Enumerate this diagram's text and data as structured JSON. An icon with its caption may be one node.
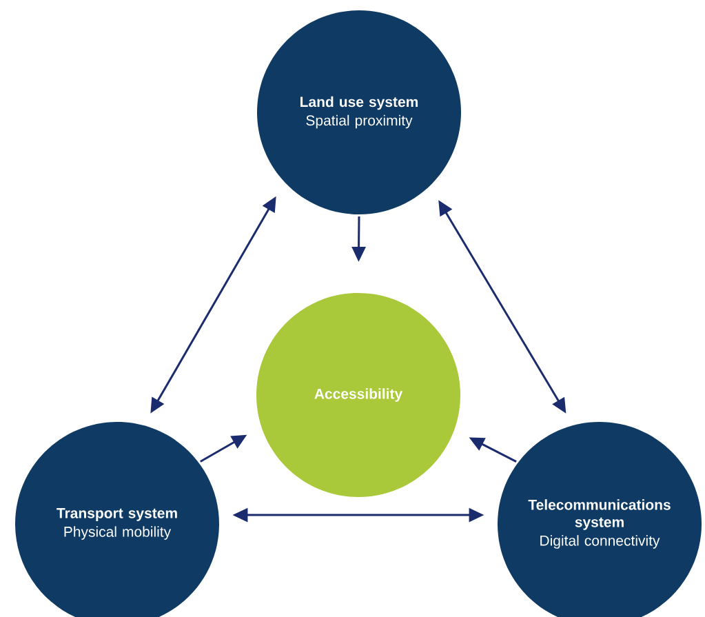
{
  "diagram": {
    "nodes": [
      {
        "text": [
          "Land use system",
          "Spatial proximity"
        ]
      },
      {
        "text": [
          "Accessibility"
        ]
      },
      {
        "text": [
          "Transport system",
          "Physical mobility"
        ]
      },
      {
        "text": [
          "Telecommunications system",
          "Digital connectivity"
        ]
      }
    ],
    "edges": [
      {
        "from": 0,
        "to": 1,
        "arrow": "to"
      },
      {
        "from": 2,
        "to": 0,
        "arrow": "both"
      },
      {
        "from": 0,
        "to": 3,
        "arrow": "both"
      },
      {
        "from": 2,
        "to": 1,
        "arrow": "to"
      },
      {
        "from": 3,
        "to": 1,
        "arrow": "to"
      },
      {
        "from": 2,
        "to": 3,
        "arrow": "both"
      }
    ]
  }
}
